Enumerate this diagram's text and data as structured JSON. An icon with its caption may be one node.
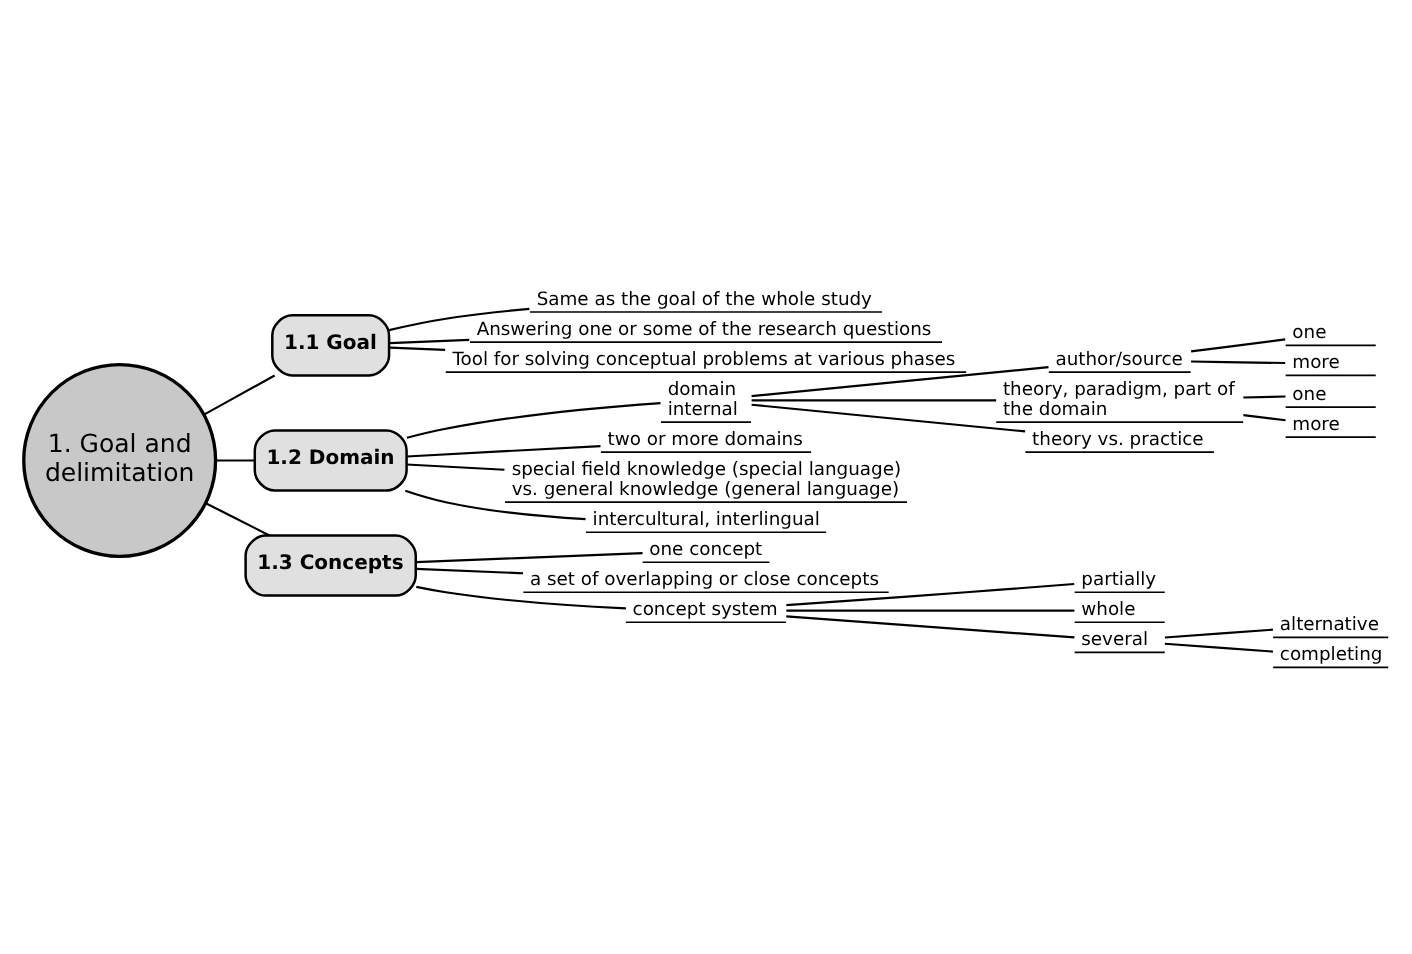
{
  "diagram": {
    "nodes": [
      {
        "text": [
          "1. Goal and delimitation"
        ]
      },
      {
        "text": [
          "1.1 Goal"
        ]
      },
      {
        "text": [
          "Same as the goal of the whole study"
        ]
      },
      {
        "text": [
          "Answering one or some of the research questions"
        ]
      },
      {
        "text": [
          "Tool for solving conceptual problems at various phases"
        ]
      },
      {
        "text": [
          "1.2 Domain"
        ]
      },
      {
        "text": [
          "domain internal"
        ]
      },
      {
        "text": [
          "author/source"
        ]
      },
      {
        "text": [
          "one"
        ]
      },
      {
        "text": [
          "more"
        ]
      },
      {
        "text": [
          "theory, paradigm, part of the domain"
        ]
      },
      {
        "text": [
          "one"
        ]
      },
      {
        "text": [
          "more"
        ]
      },
      {
        "text": [
          "theory vs. practice"
        ]
      },
      {
        "text": [
          "two or more domains"
        ]
      },
      {
        "text": [
          "special field knowledge (special language) vs. general knowledge (general language)"
        ]
      },
      {
        "text": [
          "intercultural, interlingual"
        ]
      },
      {
        "text": [
          "1.3 Concepts"
        ]
      },
      {
        "text": [
          "one concept"
        ]
      },
      {
        "text": [
          "a set of overlapping or close concepts"
        ]
      },
      {
        "text": [
          "concept system"
        ]
      },
      {
        "text": [
          "partially"
        ]
      },
      {
        "text": [
          "whole"
        ]
      },
      {
        "text": [
          "several"
        ]
      },
      {
        "text": [
          "alternative"
        ]
      },
      {
        "text": [
          "completing"
        ]
      }
    ],
    "edges": [
      {
        "from": 0,
        "to": 1,
        "arrow": "none"
      },
      {
        "from": 1,
        "to": 2,
        "arrow": "none"
      },
      {
        "from": 1,
        "to": 3,
        "arrow": "none"
      },
      {
        "from": 1,
        "to": 4,
        "arrow": "none"
      },
      {
        "from": 0,
        "to": 5,
        "arrow": "none"
      },
      {
        "from": 5,
        "to": 6,
        "arrow": "none"
      },
      {
        "from": 6,
        "to": 7,
        "arrow": "none"
      },
      {
        "from": 7,
        "to": 8,
        "arrow": "none"
      },
      {
        "from": 7,
        "to": 9,
        "arrow": "none"
      },
      {
        "from": 6,
        "to": 10,
        "arrow": "none"
      },
      {
        "from": 10,
        "to": 11,
        "arrow": "none"
      },
      {
        "from": 10,
        "to": 12,
        "arrow": "none"
      },
      {
        "from": 6,
        "to": 13,
        "arrow": "none"
      },
      {
        "from": 5,
        "to": 14,
        "arrow": "none"
      },
      {
        "from": 5,
        "to": 15,
        "arrow": "none"
      },
      {
        "from": 5,
        "to": 16,
        "arrow": "none"
      },
      {
        "from": 0,
        "to": 17,
        "arrow": "none"
      },
      {
        "from": 17,
        "to": 18,
        "arrow": "none"
      },
      {
        "from": 17,
        "to": 19,
        "arrow": "none"
      },
      {
        "from": 17,
        "to": 20,
        "arrow": "none"
      },
      {
        "from": 20,
        "to": 21,
        "arrow": "none"
      },
      {
        "from": 20,
        "to": 22,
        "arrow": "none"
      },
      {
        "from": 20,
        "to": 23,
        "arrow": "none"
      },
      {
        "from": 23,
        "to": 24,
        "arrow": "none"
      },
      {
        "from": 23,
        "to": 25,
        "arrow": "none"
      }
    ]
  }
}
